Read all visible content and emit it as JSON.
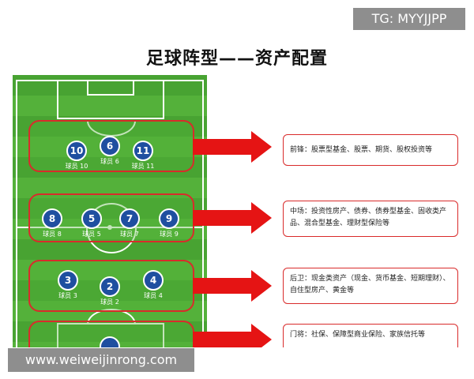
{
  "watermark_top": "TG: MYYJJPP",
  "title": "足球阵型——资产配置",
  "forwards": {
    "players": [
      {
        "number": "10",
        "label": "球员 10"
      },
      {
        "number": "6",
        "label": "球员 6"
      },
      {
        "number": "11",
        "label": "球员 11"
      }
    ],
    "description": "前锋：股票型基金、股票、期货、股权投资等"
  },
  "midfield": {
    "players": [
      {
        "number": "8",
        "label": "球员 8"
      },
      {
        "number": "5",
        "label": "球员 5"
      },
      {
        "number": "7",
        "label": "球员 7"
      },
      {
        "number": "9",
        "label": "球员 9"
      }
    ],
    "description": "中场：投资性房产、债券、债券型基金、固收类产品、混合型基金、理财型保险等"
  },
  "defense": {
    "players": [
      {
        "number": "3",
        "label": "球员 3"
      },
      {
        "number": "2",
        "label": "球员 2"
      },
      {
        "number": "4",
        "label": "球员 4"
      }
    ],
    "description": "后卫：现金类资产（现金、货币基金、短期理财）、自住型房产、黄金等"
  },
  "goalkeeper": {
    "description": "门将：社保、保障型商业保险、家族信托等"
  },
  "watermark_bottom": "www.weiweijinrong.com",
  "colors": {
    "pitch": "#54b13a",
    "player": "#1f4fa0",
    "accent": "#e51414",
    "zone_border": "#d92b2b"
  }
}
